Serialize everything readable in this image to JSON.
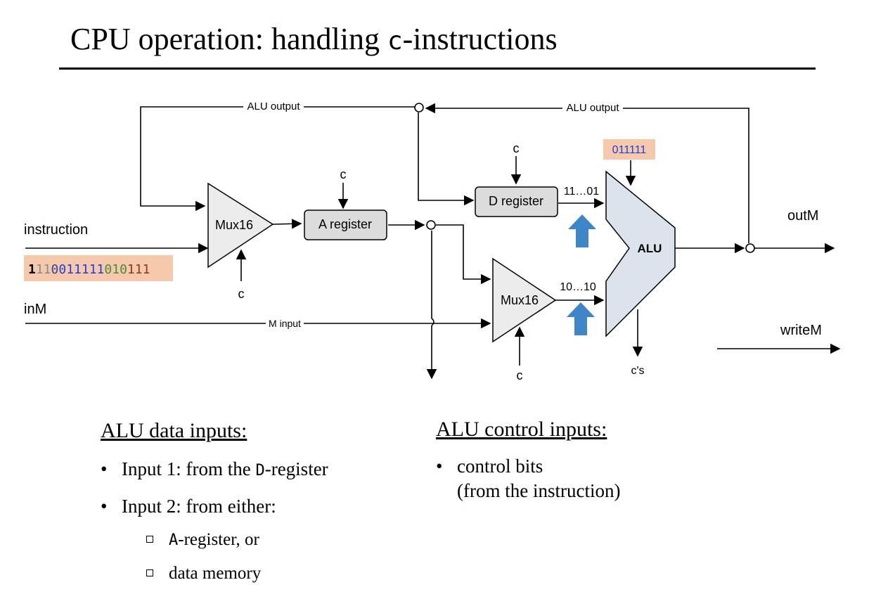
{
  "title": {
    "prefix": "CPU operation: handling ",
    "code": "c",
    "suffix": "-instructions"
  },
  "diagram": {
    "labels": {
      "alu_output_left": "ALU output",
      "alu_output_right": "ALU output",
      "instruction": "instruction",
      "inM": "inM",
      "m_input": "M input",
      "outM": "outM",
      "writeM": "writeM",
      "c_mux1": "c",
      "c_areg": "c",
      "c_dreg": "c",
      "c_mux2": "c",
      "c_alu_out": "c's",
      "d_bits": "11…01",
      "a_bits": "10…10"
    },
    "components": {
      "mux1": "Mux16",
      "mux2": "Mux16",
      "a_register": "A register",
      "d_register": "D register",
      "alu": "ALU"
    },
    "instruction_bits": [
      {
        "text": "1",
        "color": "#000000",
        "bold": true
      },
      {
        "text": "11",
        "color": "#8a8a8a",
        "bold": false
      },
      {
        "text": "0",
        "color": "#2f4b8f",
        "bold": false
      },
      {
        "text": "011111",
        "color": "#1f3fd8",
        "bold": false
      },
      {
        "text": "010",
        "color": "#4e8a3a",
        "bold": false
      },
      {
        "text": "111",
        "color": "#8b3a1e",
        "bold": false
      }
    ],
    "alu_control_bits": "011111",
    "colors": {
      "bits_highlight": "#f6c9ad",
      "register_fill": "#dcdcdc",
      "mux_fill": "#ececec",
      "alu_fill": "#dce3ec",
      "arrow_blue": "#3f86c8",
      "alu_bits_color": "#1f3fd8"
    }
  },
  "sections": {
    "data_inputs": {
      "heading": "ALU data inputs:",
      "bullet1_prefix": "Input 1: from the ",
      "bullet1_code": "D",
      "bullet1_suffix": "-register",
      "bullet2": "Input 2: from either:",
      "sub1_code": "A",
      "sub1_suffix": "-register, or",
      "sub2": "data memory"
    },
    "control_inputs": {
      "heading": "ALU control inputs:",
      "bullet1_line1": "control bits",
      "bullet1_line2": "(from the instruction)"
    }
  }
}
